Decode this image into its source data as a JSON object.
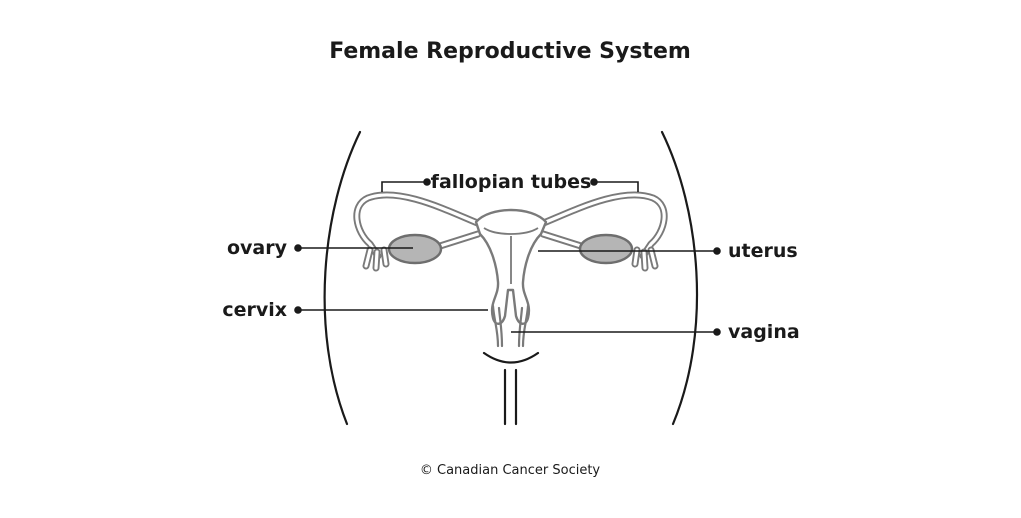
{
  "title": "Female Reproductive System",
  "labels": {
    "fallopian_tubes": "fallopian tubes",
    "ovary": "ovary",
    "uterus": "uterus",
    "cervix": "cervix",
    "vagina": "vagina"
  },
  "credit": "© Canadian Cancer Society",
  "colors": {
    "text": "#1a1a1a",
    "organ_outline": "#7a7a7a",
    "ovary_fill": "#b5b5b5",
    "background": "#ffffff"
  }
}
